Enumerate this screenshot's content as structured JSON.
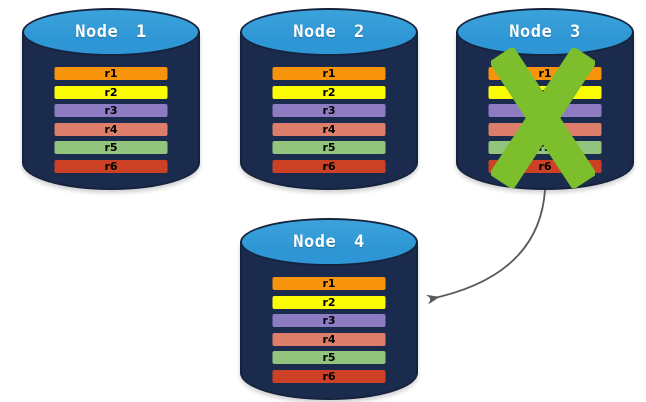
{
  "diagram": {
    "nodes": [
      {
        "label": "Node 1",
        "failed": false
      },
      {
        "label": "Node 2",
        "failed": false
      },
      {
        "label": "Node 3",
        "failed": true
      },
      {
        "label": "Node 4",
        "failed": false
      }
    ],
    "partitions": [
      {
        "label": "r1",
        "color": "#F7940B"
      },
      {
        "label": "r2",
        "color": "#FBFB06"
      },
      {
        "label": "r3",
        "color": "#8E7CC3"
      },
      {
        "label": "r4",
        "color": "#DD7E6B"
      },
      {
        "label": "r5",
        "color": "#93C47D"
      },
      {
        "label": "r6",
        "color": "#CC4125"
      }
    ],
    "colors": {
      "background": "#FFFFFF",
      "cylinder_top": "#2E96D4",
      "cylinder_body": "#1B2B4D",
      "cylinder_outline": "#15233E",
      "failure_x": "#7CBE2B",
      "arrow": "#595959",
      "node_title_text": "#FFFFFF",
      "partition_text": "#000000"
    },
    "icons": {
      "failure": "x-mark-icon",
      "replication": "curved-arrow-icon"
    }
  }
}
